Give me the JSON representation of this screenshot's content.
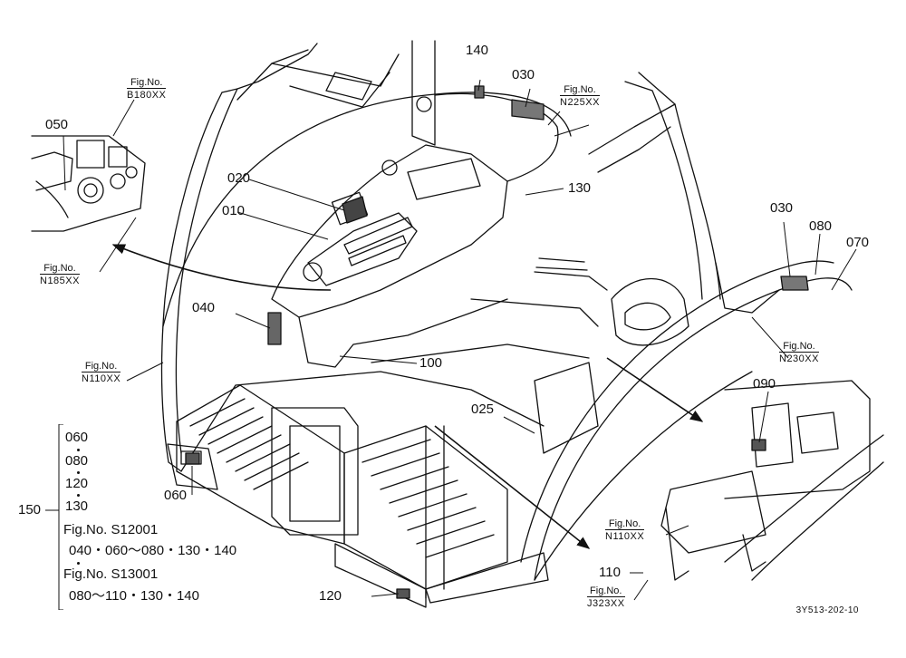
{
  "callouts": [
    {
      "key": "c140",
      "text": "140"
    },
    {
      "key": "c030a",
      "text": "030"
    },
    {
      "key": "c050",
      "text": "050"
    },
    {
      "key": "c020",
      "text": "020"
    },
    {
      "key": "c010",
      "text": "010"
    },
    {
      "key": "c130",
      "text": "130"
    },
    {
      "key": "c030b",
      "text": "030"
    },
    {
      "key": "c080",
      "text": "080"
    },
    {
      "key": "c070",
      "text": "070"
    },
    {
      "key": "c040",
      "text": "040"
    },
    {
      "key": "c100",
      "text": "100"
    },
    {
      "key": "c090",
      "text": "090"
    },
    {
      "key": "c025",
      "text": "025"
    },
    {
      "key": "c060",
      "text": "060"
    },
    {
      "key": "c110",
      "text": "110"
    },
    {
      "key": "c120",
      "text": "120"
    }
  ],
  "fig_refs": [
    {
      "key": "b180",
      "label": "Fig.No.",
      "code": "B180XX"
    },
    {
      "key": "n225",
      "label": "Fig.No.",
      "code": "N225XX"
    },
    {
      "key": "n185",
      "label": "Fig.No.",
      "code": "N185XX"
    },
    {
      "key": "n110a",
      "label": "Fig.No.",
      "code": "N110XX"
    },
    {
      "key": "n230",
      "label": "Fig.No.",
      "code": "N230XX"
    },
    {
      "key": "n110b",
      "label": "Fig.No.",
      "code": "N110XX"
    },
    {
      "key": "j323",
      "label": "Fig.No.",
      "code": "J323XX"
    }
  ],
  "legend": {
    "group_number": "150",
    "items": [
      "060",
      "080",
      "120",
      "130"
    ],
    "fig1_label": "Fig.No. S12001",
    "fig1_parts": "040・060～080・130・140",
    "fig2_label": "Fig.No. S13001",
    "fig2_parts": "080～110・130・140"
  },
  "document_id": "3Y513-202-10"
}
